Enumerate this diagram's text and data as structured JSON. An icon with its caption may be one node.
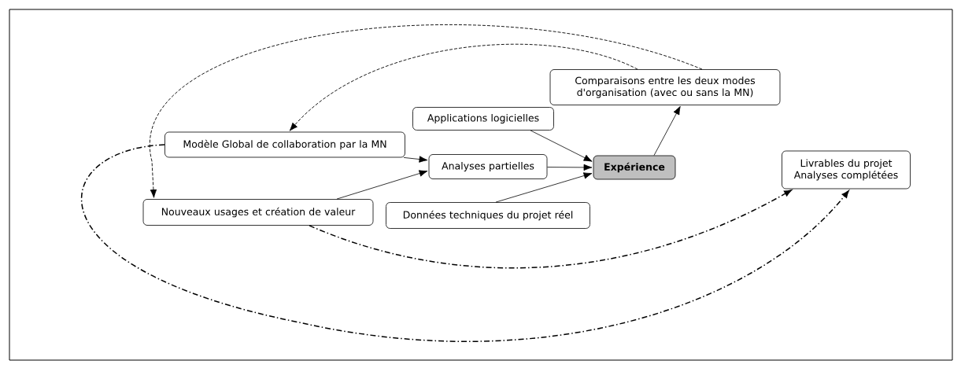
{
  "diagram": {
    "nodes": [
      {
        "text": [
          "Comparaisons entre les deux modes d'organisation (avec ou sans la MN)"
        ]
      },
      {
        "text": [
          "Applications logicielles"
        ]
      },
      {
        "text": [
          "Modèle Global de collaboration par la MN"
        ]
      },
      {
        "text": [
          "Analyses partielles"
        ]
      },
      {
        "text": [
          "Expérience"
        ]
      },
      {
        "text": [
          "Livrables du projet Analyses complétées"
        ]
      },
      {
        "text": [
          "Nouveaux usages et création de valeur"
        ]
      },
      {
        "text": [
          "Données techniques du projet réel"
        ]
      }
    ],
    "edges": [
      {
        "from": 2,
        "to": 3,
        "arrow": "to"
      },
      {
        "from": 6,
        "to": 3,
        "arrow": "to"
      },
      {
        "from": 1,
        "to": 4,
        "arrow": "to"
      },
      {
        "from": 3,
        "to": 4,
        "arrow": "to"
      },
      {
        "from": 7,
        "to": 4,
        "arrow": "to"
      },
      {
        "from": 4,
        "to": 0,
        "arrow": "to"
      },
      {
        "from": 0,
        "to": 2,
        "arrow": "to",
        "style": "dashed"
      },
      {
        "from": 0,
        "to": 6,
        "arrow": "to",
        "style": "dashed"
      },
      {
        "from": 2,
        "to": 5,
        "arrow": "to",
        "style": "dashed"
      },
      {
        "from": 6,
        "to": 5,
        "arrow": "to",
        "style": "dashed"
      }
    ]
  }
}
